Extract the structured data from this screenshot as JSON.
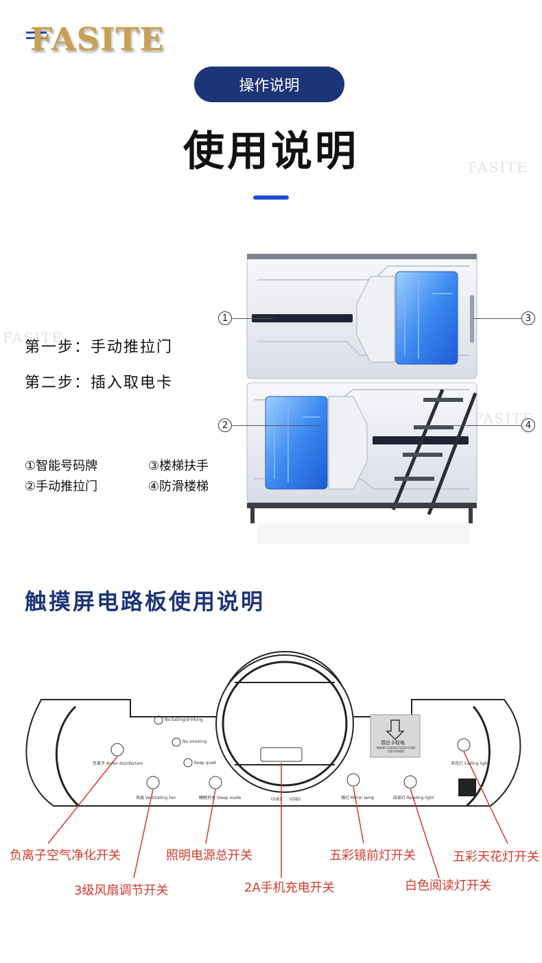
{
  "brand": {
    "logo_text": "FASITE",
    "watermark": "FASITE"
  },
  "header": {
    "pill_label": "操作说明",
    "title": "使用说明"
  },
  "steps": [
    "第一步：手动推拉门",
    "第二步：插入取电卡"
  ],
  "markers": [
    "1",
    "2",
    "3",
    "4"
  ],
  "legend": {
    "item1": "①智能号码牌",
    "item2": "②手动推拉门",
    "item3": "③楼梯扶手",
    "item4": "④防滑楼梯"
  },
  "section2": {
    "title": "触摸屏电路板使用说明"
  },
  "board": {
    "no_eating": "No Eating/drinking",
    "no_smoking": "No smoking",
    "keep_quiet": "Keep quiet",
    "anion": "负离子 Anion disinfection",
    "fan": "风扇 Ventilating Fan",
    "sleep": "睡眠开关 Sleep mode",
    "usb1": "USB1",
    "usb2": "USB2",
    "mirror": "镜灯 Mirror lamp",
    "reading": "阅读灯 Reading light",
    "ceiling": "天花灯 Ceiling light",
    "card_cn": "感应卡取电",
    "card_en": "INSERT CONTACTLESS CARD FOR POWER"
  },
  "callouts": {
    "anion": "负离子空气净化开关",
    "fan": "3级风扇调节开关",
    "main_power": "照明电源总开关",
    "usb": "2A手机充电开关",
    "mirror": "五彩镜前灯开关",
    "reading": "白色阅读灯开关",
    "ceiling": "五彩天花灯开关"
  },
  "colors": {
    "navy": "#1c3478",
    "blue": "#1a4fd0",
    "callout_red": "#d4392a",
    "gold": "#c9a050"
  }
}
